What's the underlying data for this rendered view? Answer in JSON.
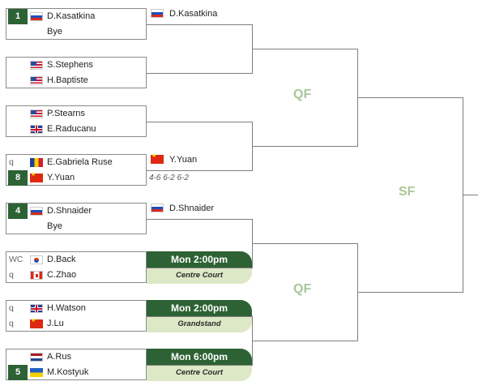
{
  "draw": {
    "matches": [
      {
        "players": [
          {
            "seed": "1",
            "tag": "",
            "flag": "ru-flag-icon",
            "name": "D.Kasatkina"
          },
          {
            "seed": "",
            "tag": "",
            "flag": "",
            "name": "Bye"
          }
        ]
      },
      {
        "players": [
          {
            "seed": "",
            "tag": "",
            "flag": "us-flag-icon",
            "name": "S.Stephens"
          },
          {
            "seed": "",
            "tag": "",
            "flag": "us-flag-icon",
            "name": "H.Baptiste"
          }
        ]
      },
      {
        "players": [
          {
            "seed": "",
            "tag": "",
            "flag": "us-flag-icon",
            "name": "P.Stearns"
          },
          {
            "seed": "",
            "tag": "",
            "flag": "gb-flag-icon",
            "name": "E.Raducanu"
          }
        ]
      },
      {
        "players": [
          {
            "seed": "",
            "tag": "q",
            "flag": "ro-flag-icon",
            "name": "E.Gabriela Ruse"
          },
          {
            "seed": "8",
            "tag": "",
            "flag": "cn-flag-icon",
            "name": "Y.Yuan"
          }
        ]
      },
      {
        "players": [
          {
            "seed": "4",
            "tag": "",
            "flag": "ru-flag-icon",
            "name": "D.Shnaider"
          },
          {
            "seed": "",
            "tag": "",
            "flag": "",
            "name": "Bye"
          }
        ]
      },
      {
        "players": [
          {
            "seed": "",
            "tag": "WC",
            "flag": "kr-flag-icon",
            "name": "D.Back"
          },
          {
            "seed": "",
            "tag": "q",
            "flag": "ca-flag-icon",
            "name": "C.Zhao"
          }
        ]
      },
      {
        "players": [
          {
            "seed": "",
            "tag": "q",
            "flag": "gb-flag-icon",
            "name": "H.Watson"
          },
          {
            "seed": "",
            "tag": "q",
            "flag": "cn-flag-icon",
            "name": "J.Lu"
          }
        ]
      },
      {
        "players": [
          {
            "seed": "",
            "tag": "",
            "flag": "nl-flag-icon",
            "name": "A.Rus"
          },
          {
            "seed": "5",
            "tag": "",
            "flag": "ua-flag-icon",
            "name": "M.Kostyuk"
          }
        ]
      }
    ],
    "results": [
      {
        "flag": "ru-flag-icon",
        "name": "D.Kasatkina"
      },
      {
        "flag": "cn-flag-icon",
        "name": "Y.Yuan",
        "score": "4-6 6-2 6-2"
      },
      {
        "flag": "ru-flag-icon",
        "name": "D.Shnaider"
      }
    ],
    "schedule": [
      {
        "time": "Mon 2:00pm",
        "court": "Centre Court"
      },
      {
        "time": "Mon 2:00pm",
        "court": "Grandstand"
      },
      {
        "time": "Mon 6:00pm",
        "court": "Centre Court"
      }
    ],
    "rounds": {
      "qf1": "QF",
      "qf2": "QF",
      "sf": "SF"
    },
    "colors": {
      "seed_bg": "#2d6234",
      "round_label": "#a9c79a",
      "court_bg": "#dde8c6",
      "line": "#7f7f7f"
    }
  }
}
